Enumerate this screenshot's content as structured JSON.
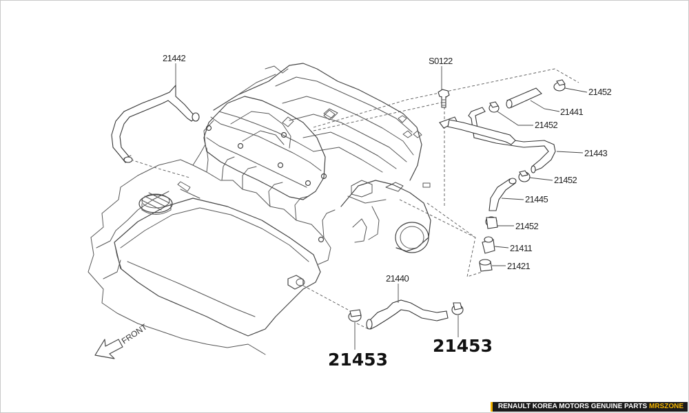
{
  "parts": {
    "p21442": "21442",
    "s0122": "S0122",
    "p21452_a": "21452",
    "p21441": "21441",
    "p21452_b": "21452",
    "p21443": "21443",
    "p21452_c": "21452",
    "p21445": "21445",
    "p21452_d": "21452",
    "p21411": "21411",
    "p21421": "21421",
    "p21440": "21440",
    "p21453_left": "21453",
    "p21453_right": "21453"
  },
  "front_label": "FRONT",
  "footer": {
    "text": "RENAULT KOREA MOTORS GENUINE PARTS",
    "brand": "MRSZONE",
    "brand_color": "#f4b400"
  }
}
